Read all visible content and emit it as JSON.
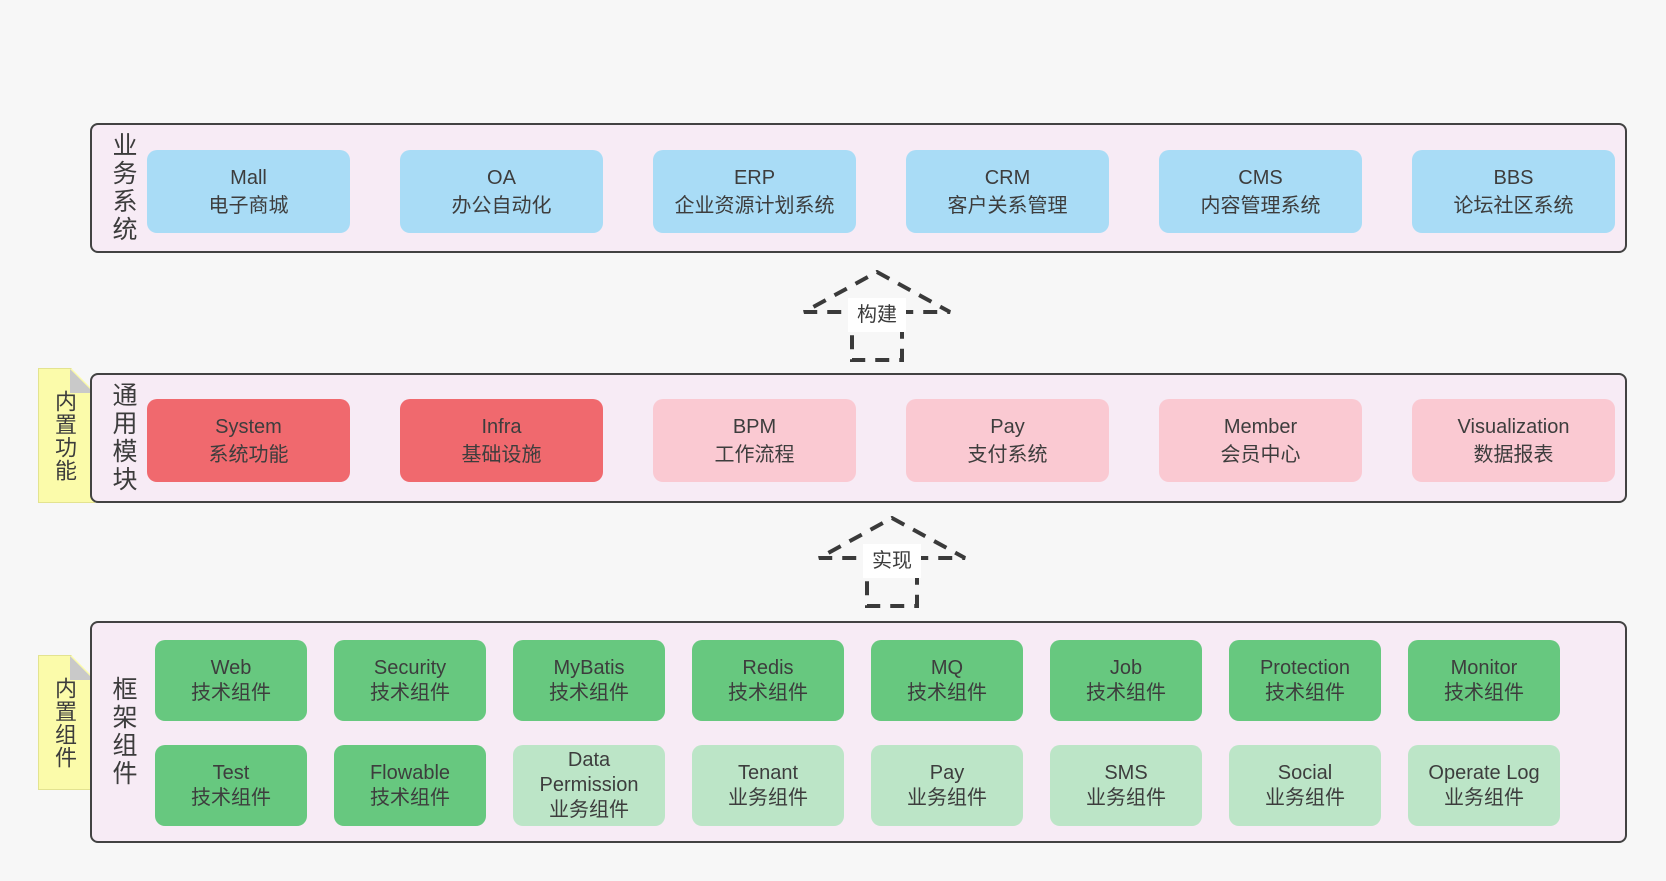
{
  "layers": {
    "business": {
      "label": "业务系统",
      "boxes": [
        {
          "name": "Mall",
          "desc": "电子商城"
        },
        {
          "name": "OA",
          "desc": "办公自动化"
        },
        {
          "name": "ERP",
          "desc": "企业资源计划系统"
        },
        {
          "name": "CRM",
          "desc": "客户关系管理"
        },
        {
          "name": "CMS",
          "desc": "内容管理系统"
        },
        {
          "name": "BBS",
          "desc": "论坛社区系统"
        }
      ]
    },
    "modules": {
      "label": "通用模块",
      "note": "内置功能",
      "boxes": [
        {
          "name": "System",
          "desc": "系统功能"
        },
        {
          "name": "Infra",
          "desc": "基础设施"
        },
        {
          "name": "BPM",
          "desc": "工作流程"
        },
        {
          "name": "Pay",
          "desc": "支付系统"
        },
        {
          "name": "Member",
          "desc": "会员中心"
        },
        {
          "name": "Visualization",
          "desc": "数据报表"
        }
      ]
    },
    "framework": {
      "label": "框架组件",
      "note": "内置组件",
      "row1": [
        {
          "name": "Web",
          "desc": "技术组件"
        },
        {
          "name": "Security",
          "desc": "技术组件"
        },
        {
          "name": "MyBatis",
          "desc": "技术组件"
        },
        {
          "name": "Redis",
          "desc": "技术组件"
        },
        {
          "name": "MQ",
          "desc": "技术组件"
        },
        {
          "name": "Job",
          "desc": "技术组件"
        },
        {
          "name": "Protection",
          "desc": "技术组件"
        },
        {
          "name": "Monitor",
          "desc": "技术组件"
        }
      ],
      "row2": [
        {
          "name": "Test",
          "desc": "技术组件"
        },
        {
          "name": "Flowable",
          "desc": "技术组件"
        },
        {
          "name": "Data Permission",
          "desc": "业务组件"
        },
        {
          "name": "Tenant",
          "desc": "业务组件"
        },
        {
          "name": "Pay",
          "desc": "业务组件"
        },
        {
          "name": "SMS",
          "desc": "业务组件"
        },
        {
          "name": "Social",
          "desc": "业务组件"
        },
        {
          "name": "Operate Log",
          "desc": "业务组件"
        }
      ]
    }
  },
  "arrows": {
    "build": "构建",
    "implement": "实现"
  },
  "colors": {
    "page_bg": "#f7f7f7",
    "layer_bg": "#f7ebf5",
    "layer_border": "#424242",
    "blue_box": "#a9dcf6",
    "red_box": "#f0696e",
    "pink_box": "#fac9d2",
    "green_box": "#67c87f",
    "light_green_box": "#bce5c7",
    "note_bg": "#fbfbaa",
    "note_fold": "#c9c9c9",
    "arrow_dash": "#3a3a3a",
    "text": "#3c3c3c"
  }
}
